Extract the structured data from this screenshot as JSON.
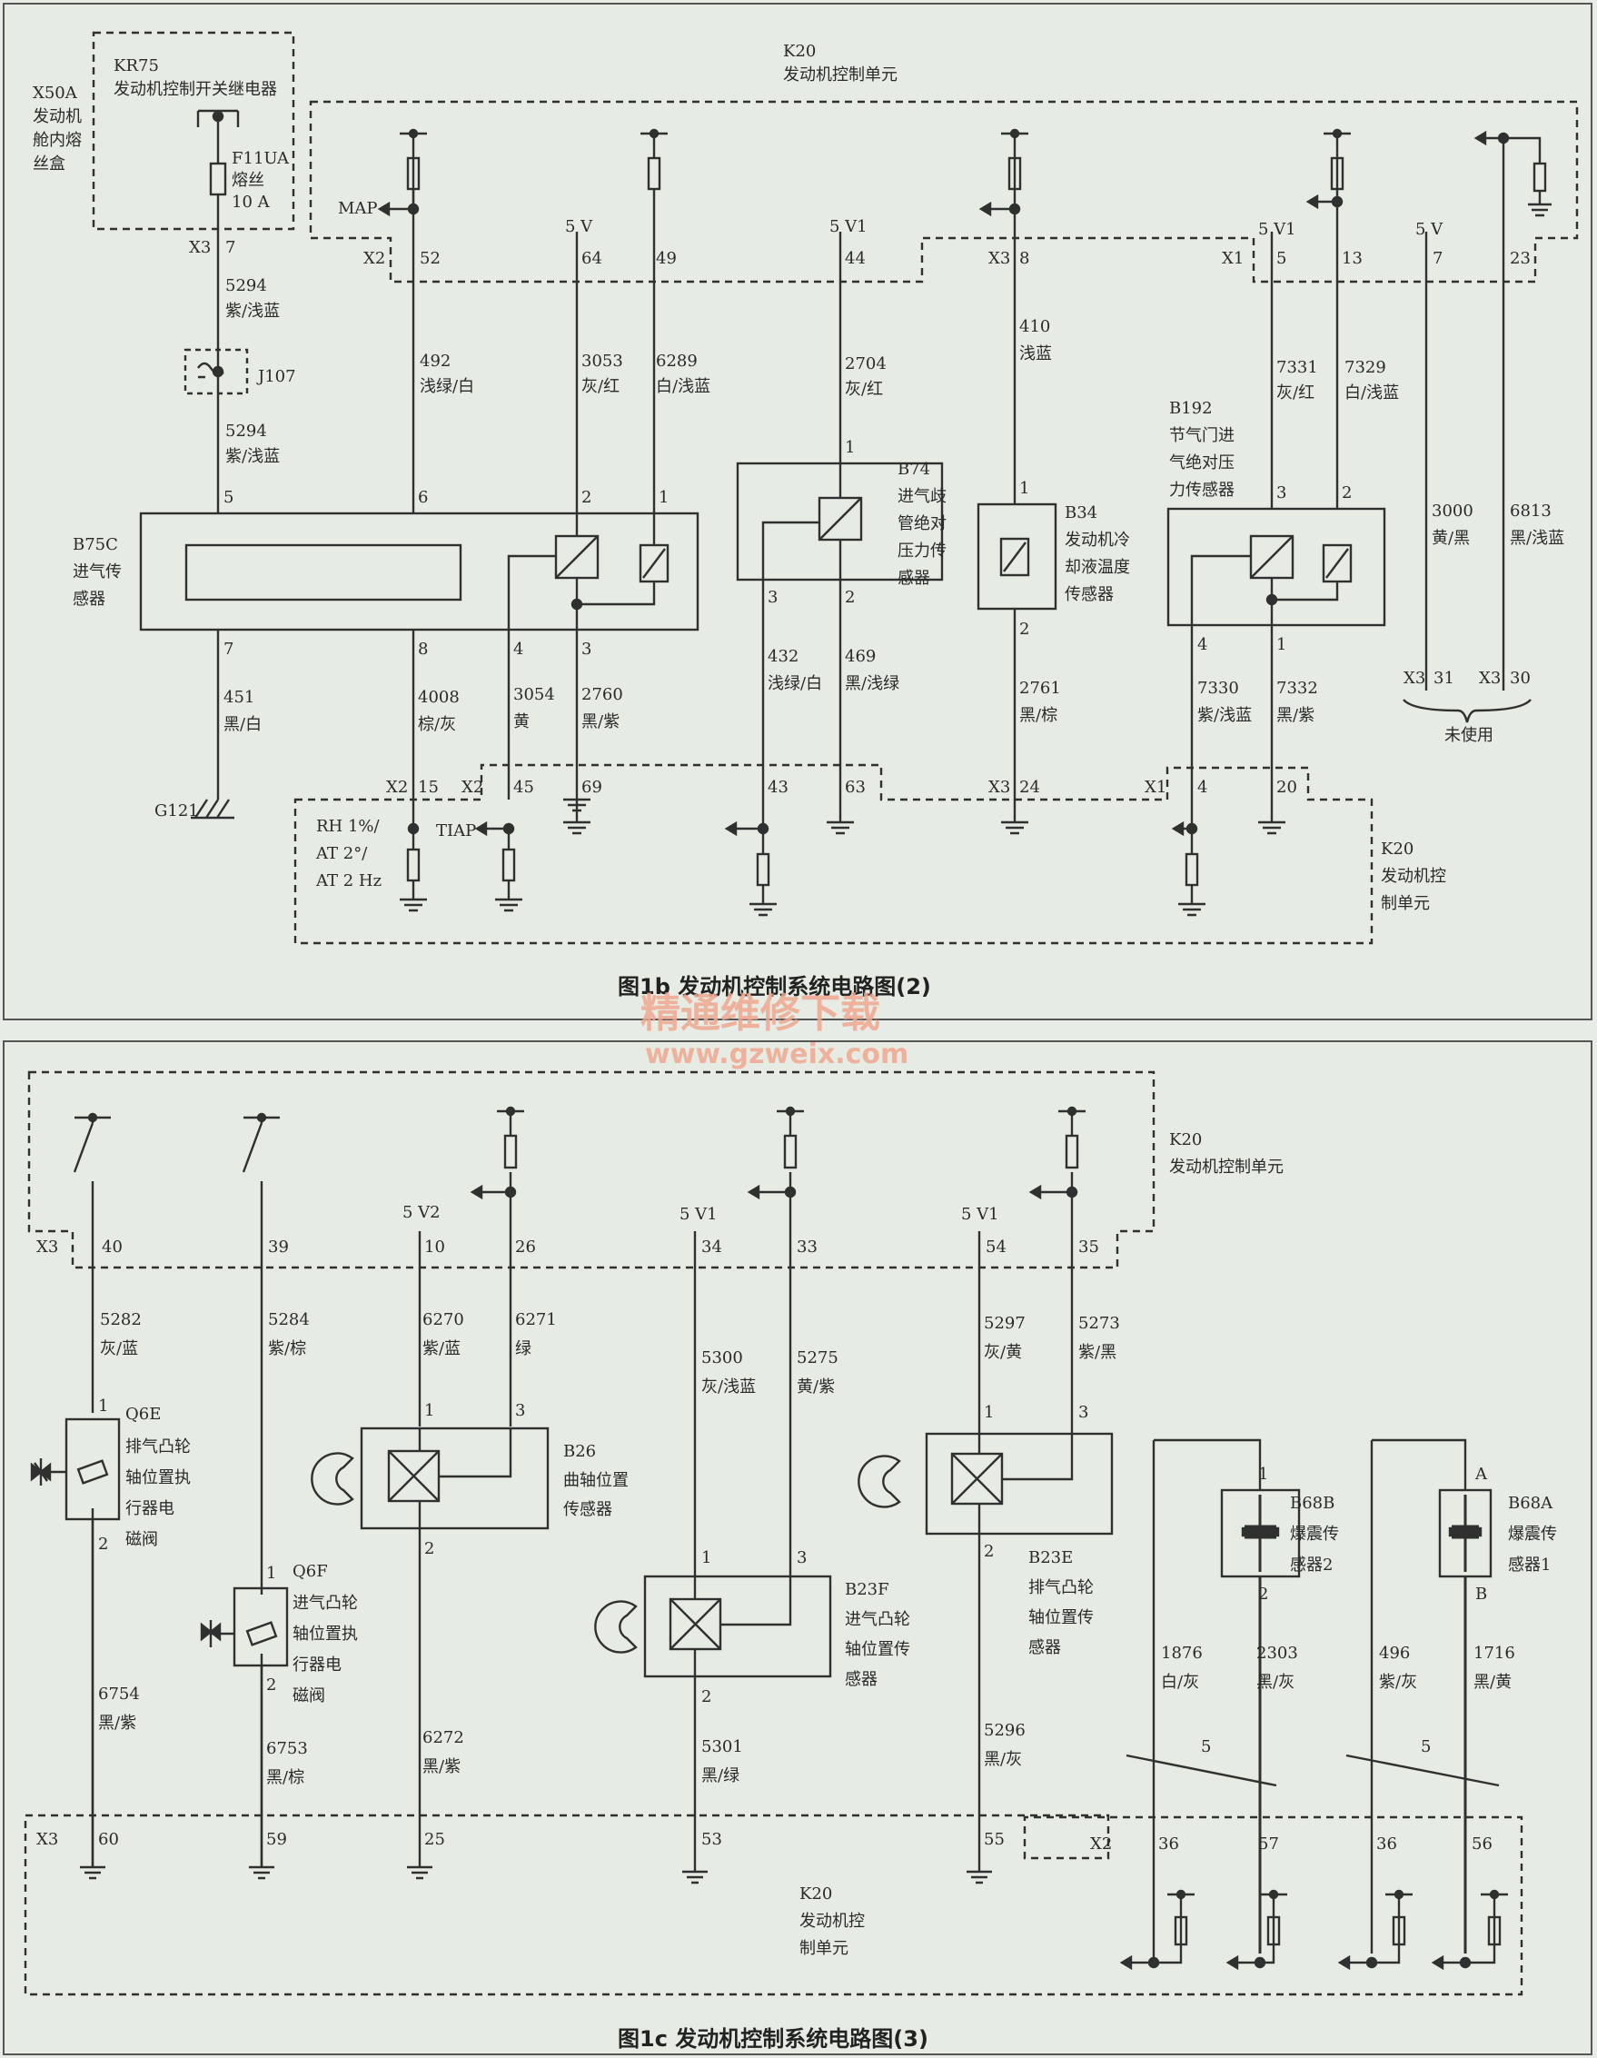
{
  "colors": {
    "background": "#e8ece6",
    "line": "#303030",
    "dash": "#505050",
    "watermark": "#f0a890"
  },
  "fig1b": {
    "caption": "图1b   发动机控制系统电路图(2)",
    "kr75_id": "KR75",
    "kr75_name": "发动机控制开关继电器",
    "x50a_lines": [
      "X50A",
      "发动机",
      "舱内熔",
      "丝盒"
    ],
    "fuse_lines": [
      "F11UA",
      "熔丝",
      "10 A"
    ],
    "k20_id": "K20",
    "k20_name": "发动机控制单元",
    "k20_bottom_lines": [
      "K20",
      "发动机控",
      "制单元"
    ],
    "map_label": "MAP",
    "tiap_label": "TIAP",
    "rh_lines": [
      "RH 1%/",
      "AT 2°/",
      "AT 2 Hz"
    ],
    "j107": "J107",
    "g121": "G121",
    "b75c_lines": [
      "B75C",
      "进气传",
      "感器"
    ],
    "b74_lines": [
      "B74",
      "进气歧",
      "管绝对",
      "压力传",
      "感器"
    ],
    "b34_lines": [
      "B34",
      "发动机冷",
      "却液温度",
      "传感器"
    ],
    "b192_lines": [
      "B192",
      "节气门进",
      "气绝对压",
      "力传感器"
    ],
    "unused": "未使用",
    "v5": "5 V",
    "v5v1": "5 V1",
    "conn": {
      "x3_7": "X3",
      "n7": "7",
      "x2": "X2",
      "n52": "52",
      "n64": "64",
      "n49": "49",
      "n44": "44",
      "x3": "X3",
      "n8": "8",
      "x1": "X1",
      "n5": "5",
      "n13": "13",
      "n7b": "7",
      "n23": "23",
      "n15": "15",
      "n45": "45",
      "n69": "69",
      "n43": "43",
      "n63": "63",
      "n24": "24",
      "n4": "4",
      "n20": "20",
      "x3_31": "X3",
      "n31": "31",
      "x3_30": "X3",
      "n30": "30"
    },
    "pins": {
      "b75c_5": "5",
      "b75c_6": "6",
      "b75c_2": "2",
      "b75c_1": "1",
      "b75c_7": "7",
      "b75c_8": "8",
      "b75c_4": "4",
      "b75c_3": "3",
      "b74_1": "1",
      "b74_3": "3",
      "b74_2": "2",
      "b34_1": "1",
      "b34_2": "2",
      "b192_3": "3",
      "b192_2": "2",
      "b192_4": "4",
      "b192_1": "1"
    },
    "wires": {
      "w5294a": [
        "5294",
        "紫/浅蓝"
      ],
      "w5294b": [
        "5294",
        "紫/浅蓝"
      ],
      "w492": [
        "492",
        "浅绿/白"
      ],
      "w3053": [
        "3053",
        "灰/红"
      ],
      "w6289": [
        "6289",
        "白/浅蓝"
      ],
      "w2704": [
        "2704",
        "灰/红"
      ],
      "w410": [
        "410",
        "浅蓝"
      ],
      "w7331": [
        "7331",
        "灰/红"
      ],
      "w7329": [
        "7329",
        "白/浅蓝"
      ],
      "w3000": [
        "3000",
        "黄/黑"
      ],
      "w6813": [
        "6813",
        "黑/浅蓝"
      ],
      "w451": [
        "451",
        "黑/白"
      ],
      "w4008": [
        "4008",
        "棕/灰"
      ],
      "w3054": [
        "3054",
        "黄"
      ],
      "w2760": [
        "2760",
        "黑/紫"
      ],
      "w432": [
        "432",
        "浅绿/白"
      ],
      "w469": [
        "469",
        "黑/浅绿"
      ],
      "w2761": [
        "2761",
        "黑/棕"
      ],
      "w7330": [
        "7330",
        "紫/浅蓝"
      ],
      "w7332": [
        "7332",
        "黑/紫"
      ]
    }
  },
  "watermark": {
    "cn": "精通维修下载",
    "url": "www.gzweix.com"
  },
  "fig1c": {
    "caption": "图1c   发动机控制系统电路图(3)",
    "k20_top_lines": [
      "K20",
      "发动机控制单元"
    ],
    "k20_bottom_lines": [
      "K20",
      "发动机控",
      "制单元"
    ],
    "q6e_lines": [
      "Q6E",
      "排气凸轮",
      "轴位置执",
      "行器电",
      "磁阀"
    ],
    "q6f_lines": [
      "Q6F",
      "进气凸轮",
      "轴位置执",
      "行器电",
      "磁阀"
    ],
    "b26_lines": [
      "B26",
      "曲轴位置",
      "传感器"
    ],
    "b23f_lines": [
      "B23F",
      "进气凸轮",
      "轴位置传",
      "感器"
    ],
    "b23e_lines": [
      "B23E",
      "排气凸轮",
      "轴位置传",
      "感器"
    ],
    "b68b_lines": [
      "B68B",
      "爆震传",
      "感器2"
    ],
    "b68a_lines": [
      "B68A",
      "爆震传",
      "感器1"
    ],
    "v5v2": "5 V2",
    "v5v1": "5 V1",
    "conn": {
      "x3": "X3",
      "n40": "40",
      "n39": "39",
      "n10": "10",
      "n26": "26",
      "n34": "34",
      "n33": "33",
      "n54": "54",
      "n35": "35",
      "x3b": "X3",
      "n60": "60",
      "n59": "59",
      "n25": "25",
      "n53": "53",
      "n55": "55",
      "x2": "X2",
      "n36a": "36",
      "n57": "57",
      "n36b": "36",
      "n56": "56"
    },
    "pins": {
      "q6e_1": "1",
      "q6e_2": "2",
      "q6f_1": "1",
      "q6f_2": "2",
      "b26_1": "1",
      "b26_3": "3",
      "b26_2": "2",
      "b23f_1": "1",
      "b23f_3": "3",
      "b23f_2": "2",
      "b23e_1": "1",
      "b23e_3": "3",
      "b23e_2": "2",
      "b68b_1": "1",
      "b68b_2": "2",
      "b68a_a": "A",
      "b68a_b": "B",
      "shield1": "5",
      "shield2": "5"
    },
    "wires": {
      "w5282": [
        "5282",
        "灰/蓝"
      ],
      "w5284": [
        "5284",
        "紫/棕"
      ],
      "w6270": [
        "6270",
        "紫/蓝"
      ],
      "w6271": [
        "6271",
        "绿"
      ],
      "w5300": [
        "5300",
        "灰/浅蓝"
      ],
      "w5275": [
        "5275",
        "黄/紫"
      ],
      "w5297": [
        "5297",
        "灰/黄"
      ],
      "w5273": [
        "5273",
        "紫/黑"
      ],
      "w6754": [
        "6754",
        "黑/紫"
      ],
      "w6753": [
        "6753",
        "黑/棕"
      ],
      "w6272": [
        "6272",
        "黑/紫"
      ],
      "w5301": [
        "5301",
        "黑/绿"
      ],
      "w5296": [
        "5296",
        "黑/灰"
      ],
      "w1876": [
        "1876",
        "白/灰"
      ],
      "w2303": [
        "2303",
        "黑/灰"
      ],
      "w496": [
        "496",
        "紫/灰"
      ],
      "w1716": [
        "1716",
        "黑/黄"
      ]
    }
  }
}
